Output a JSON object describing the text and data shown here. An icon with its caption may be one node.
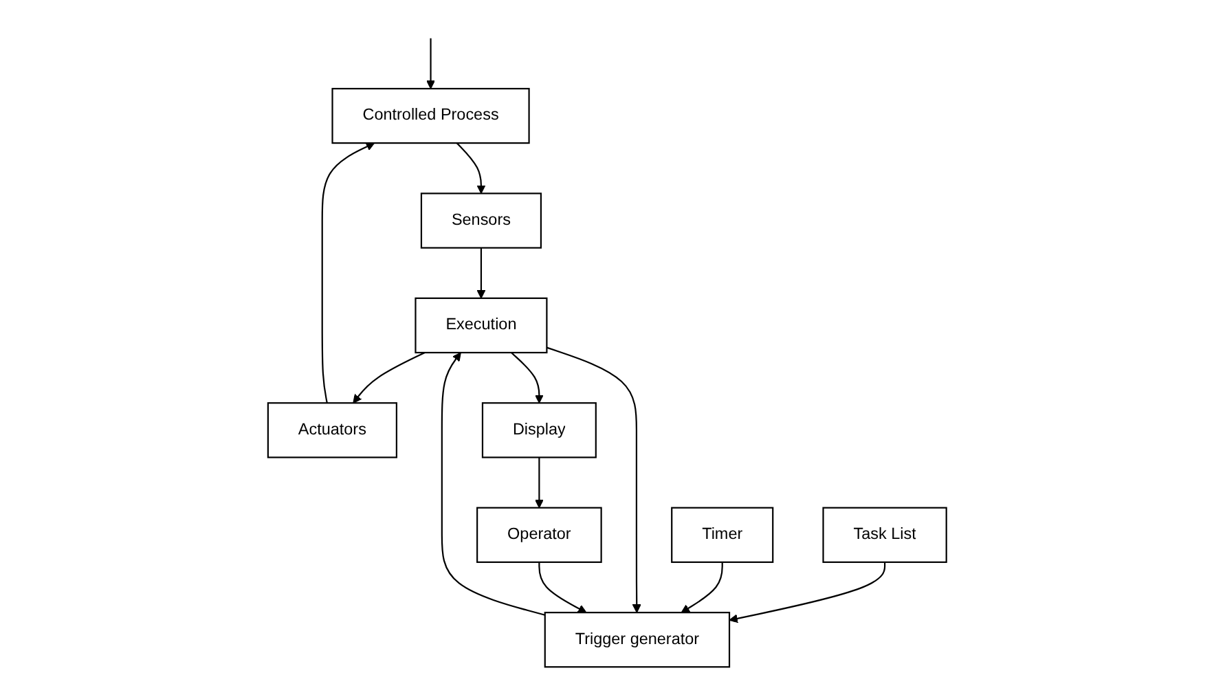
{
  "diagram": {
    "nodes": [
      {
        "text": [
          "Controlled Process"
        ]
      },
      {
        "text": [
          "Sensors"
        ]
      },
      {
        "text": [
          "Task List"
        ]
      },
      {
        "text": [
          "Timer"
        ]
      },
      {
        "text": [
          "Trigger generator"
        ]
      },
      {
        "text": [
          "Execution"
        ]
      },
      {
        "text": [
          "Actuators"
        ]
      },
      {
        "text": [
          "Display"
        ]
      },
      {
        "text": [
          "Operator"
        ]
      }
    ],
    "edges": [
      {
        "from": null,
        "to": 0,
        "arrow": "to"
      },
      {
        "from": 0,
        "to": 1,
        "arrow": "to"
      },
      {
        "from": 2,
        "to": 4,
        "arrow": "to"
      },
      {
        "from": 3,
        "to": 4,
        "arrow": "to"
      },
      {
        "from": 4,
        "to": 5,
        "arrow": "to"
      },
      {
        "from": 5,
        "to": 4,
        "arrow": "to"
      },
      {
        "from": 1,
        "to": 5,
        "arrow": "to"
      },
      {
        "from": 5,
        "to": 6,
        "arrow": "to"
      },
      {
        "from": 6,
        "to": 0,
        "arrow": "to"
      },
      {
        "from": 5,
        "to": 7,
        "arrow": "to"
      },
      {
        "from": 7,
        "to": 8,
        "arrow": "to"
      },
      {
        "from": 8,
        "to": 4,
        "arrow": "to"
      }
    ]
  }
}
